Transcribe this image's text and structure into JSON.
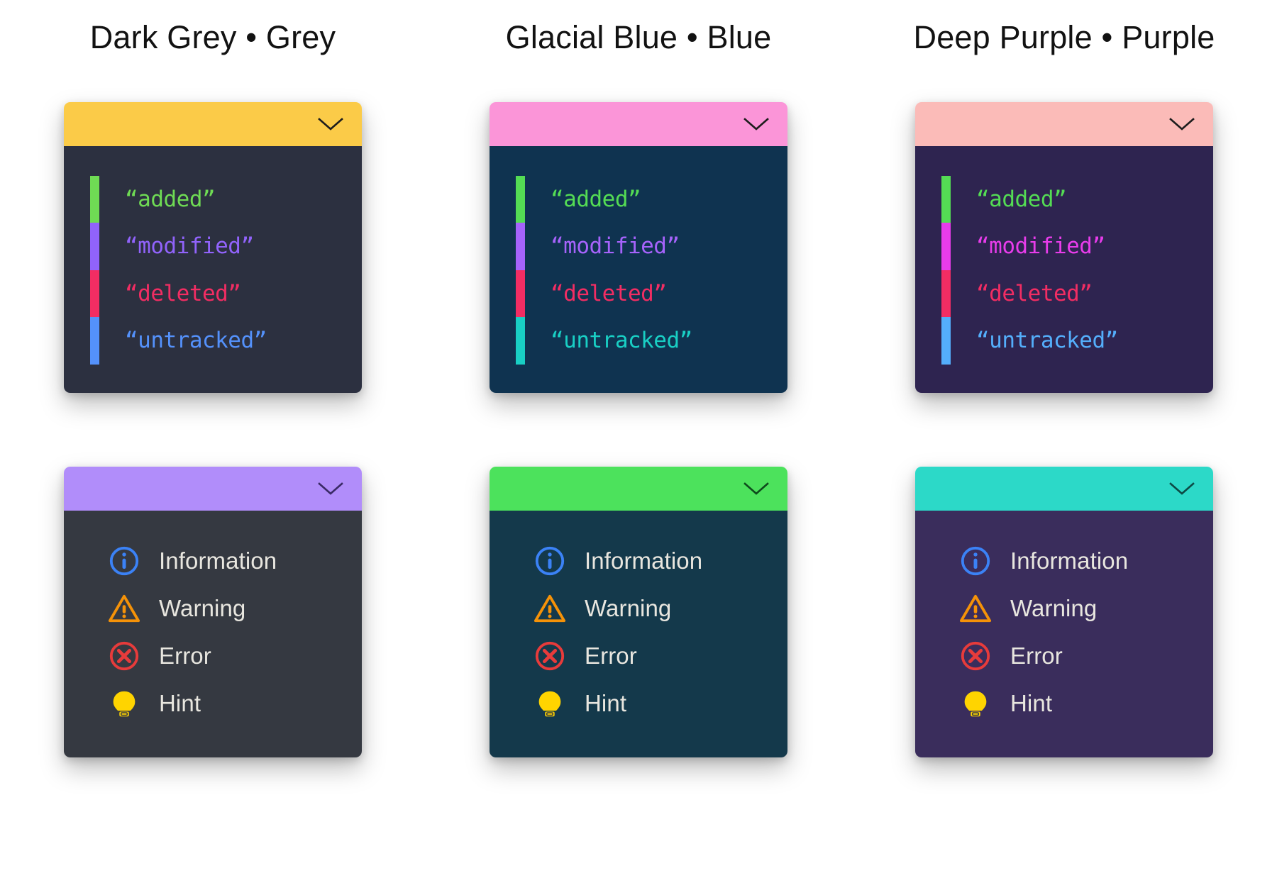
{
  "page": {
    "background": "#ffffff"
  },
  "columns": [
    {
      "title": "Dark Grey • Grey",
      "git_card": {
        "header_color": "#fbcb48",
        "body_color": "#2c3040",
        "chevron_color": "#1d1d1d",
        "chevron_icon": "chevron-down-icon",
        "entries": [
          {
            "label": "“added”",
            "color": "#6fdb54"
          },
          {
            "label": "“modified”",
            "color": "#9163fb"
          },
          {
            "label": "“deleted”",
            "color": "#f22d63"
          },
          {
            "label": "“untracked”",
            "color": "#5491fb"
          }
        ]
      },
      "diag_card": {
        "header_color": "#b18dfa",
        "body_color": "#353941",
        "chevron_color": "#3a2a66",
        "chevron_icon": "chevron-down-icon",
        "text_color": "#e8e6df",
        "entries": [
          {
            "label": "Information",
            "icon": "info-circle-icon",
            "color": "#3b82f6"
          },
          {
            "label": "Warning",
            "icon": "warning-triangle-icon",
            "color": "#f59208"
          },
          {
            "label": "Error",
            "icon": "error-circle-x-icon",
            "color": "#e73b3b"
          },
          {
            "label": "Hint",
            "icon": "lightbulb-icon",
            "color": "#ffd400"
          }
        ]
      }
    },
    {
      "title": "Glacial Blue • Blue",
      "git_card": {
        "header_color": "#fb95d8",
        "body_color": "#0f3350",
        "chevron_color": "#1d1d1d",
        "chevron_icon": "chevron-down-icon",
        "entries": [
          {
            "label": "“added”",
            "color": "#54dc54"
          },
          {
            "label": "“modified”",
            "color": "#a663fb"
          },
          {
            "label": "“deleted”",
            "color": "#f22d63"
          },
          {
            "label": "“untracked”",
            "color": "#19cfc4"
          }
        ]
      },
      "diag_card": {
        "header_color": "#4ce25c",
        "body_color": "#14394b",
        "chevron_color": "#0e4a1c",
        "chevron_icon": "chevron-down-icon",
        "text_color": "#e8e6df",
        "entries": [
          {
            "label": "Information",
            "icon": "info-circle-icon",
            "color": "#3b82f6"
          },
          {
            "label": "Warning",
            "icon": "warning-triangle-icon",
            "color": "#f59208"
          },
          {
            "label": "Error",
            "icon": "error-circle-x-icon",
            "color": "#e73b3b"
          },
          {
            "label": "Hint",
            "icon": "lightbulb-icon",
            "color": "#ffd400"
          }
        ]
      }
    },
    {
      "title": "Deep Purple • Purple",
      "git_card": {
        "header_color": "#fbbbb8",
        "body_color": "#2e2450",
        "chevron_color": "#1d1d1d",
        "chevron_icon": "chevron-down-icon",
        "entries": [
          {
            "label": "“added”",
            "color": "#54dc54"
          },
          {
            "label": "“modified”",
            "color": "#e83ceb"
          },
          {
            "label": "“deleted”",
            "color": "#f22d63"
          },
          {
            "label": "“untracked”",
            "color": "#54aefb"
          }
        ]
      },
      "diag_card": {
        "header_color": "#2cd9c8",
        "body_color": "#3a2d5c",
        "chevron_color": "#0d4a45",
        "chevron_icon": "chevron-down-icon",
        "text_color": "#e8e6df",
        "entries": [
          {
            "label": "Information",
            "icon": "info-circle-icon",
            "color": "#3b82f6"
          },
          {
            "label": "Warning",
            "icon": "warning-triangle-icon",
            "color": "#f59208"
          },
          {
            "label": "Error",
            "icon": "error-circle-x-icon",
            "color": "#e73b3b"
          },
          {
            "label": "Hint",
            "icon": "lightbulb-icon",
            "color": "#ffd400"
          }
        ]
      }
    }
  ]
}
